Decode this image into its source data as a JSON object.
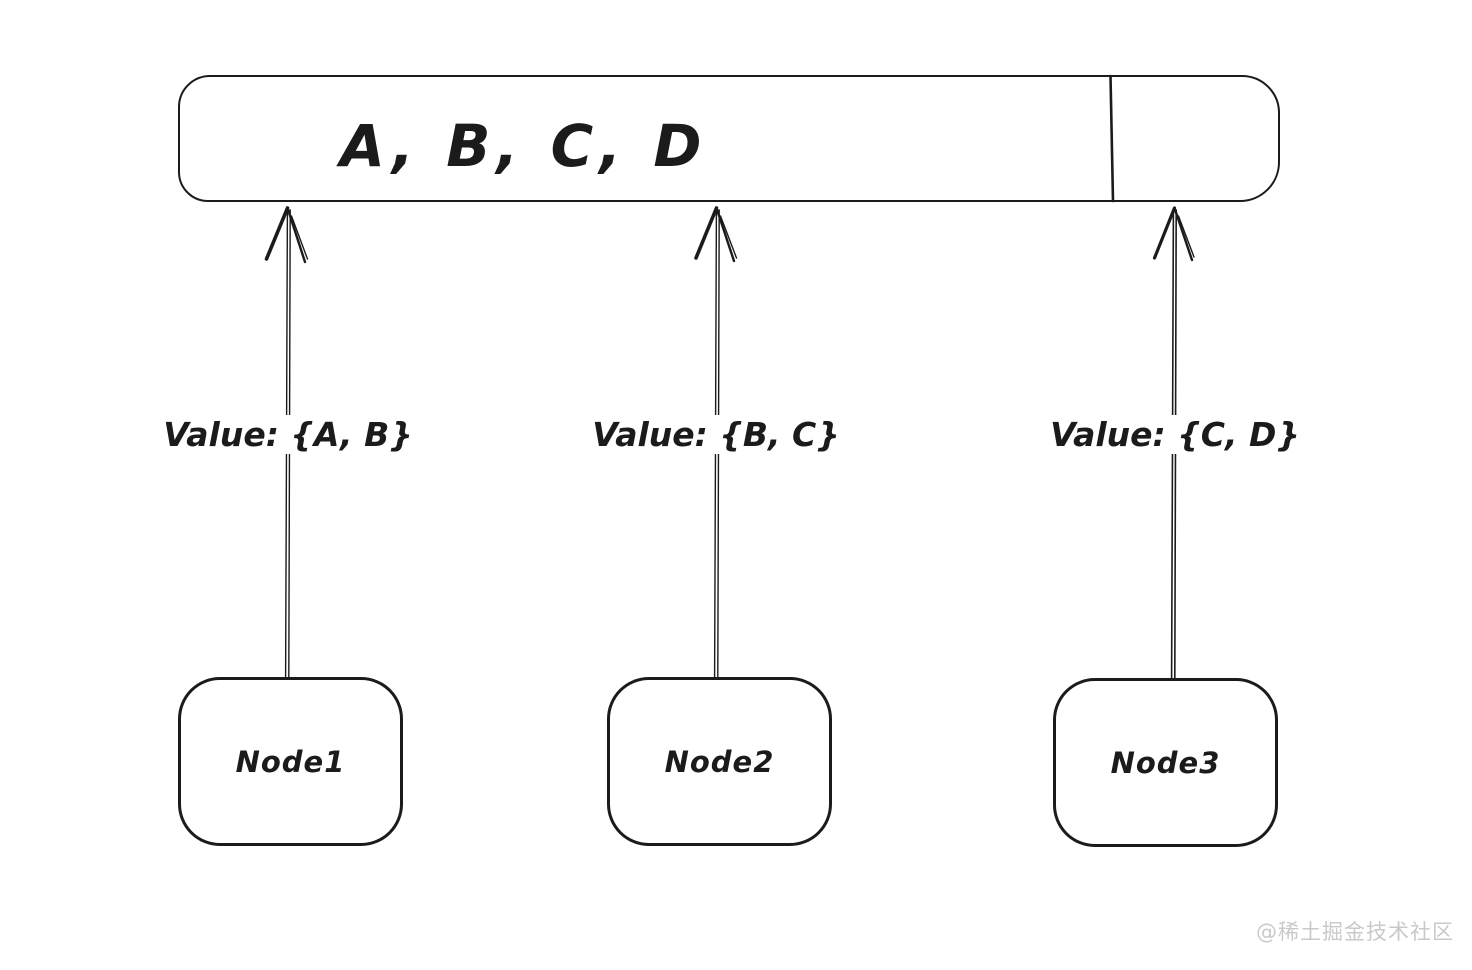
{
  "diagram": {
    "bucket": {
      "label": "A, B, C, D"
    },
    "edges": [
      {
        "label": "Value: {A, B}"
      },
      {
        "label": "Value: {B, C}"
      },
      {
        "label": "Value: {C, D}"
      }
    ],
    "nodes": [
      {
        "label": "Node1"
      },
      {
        "label": "Node2"
      },
      {
        "label": "Node3"
      }
    ],
    "colors": {
      "stroke": "#1b1b1b",
      "background": "#ffffff",
      "watermark": "#c9c9c9"
    }
  },
  "watermark": {
    "text": "@稀土掘金技术社区"
  }
}
